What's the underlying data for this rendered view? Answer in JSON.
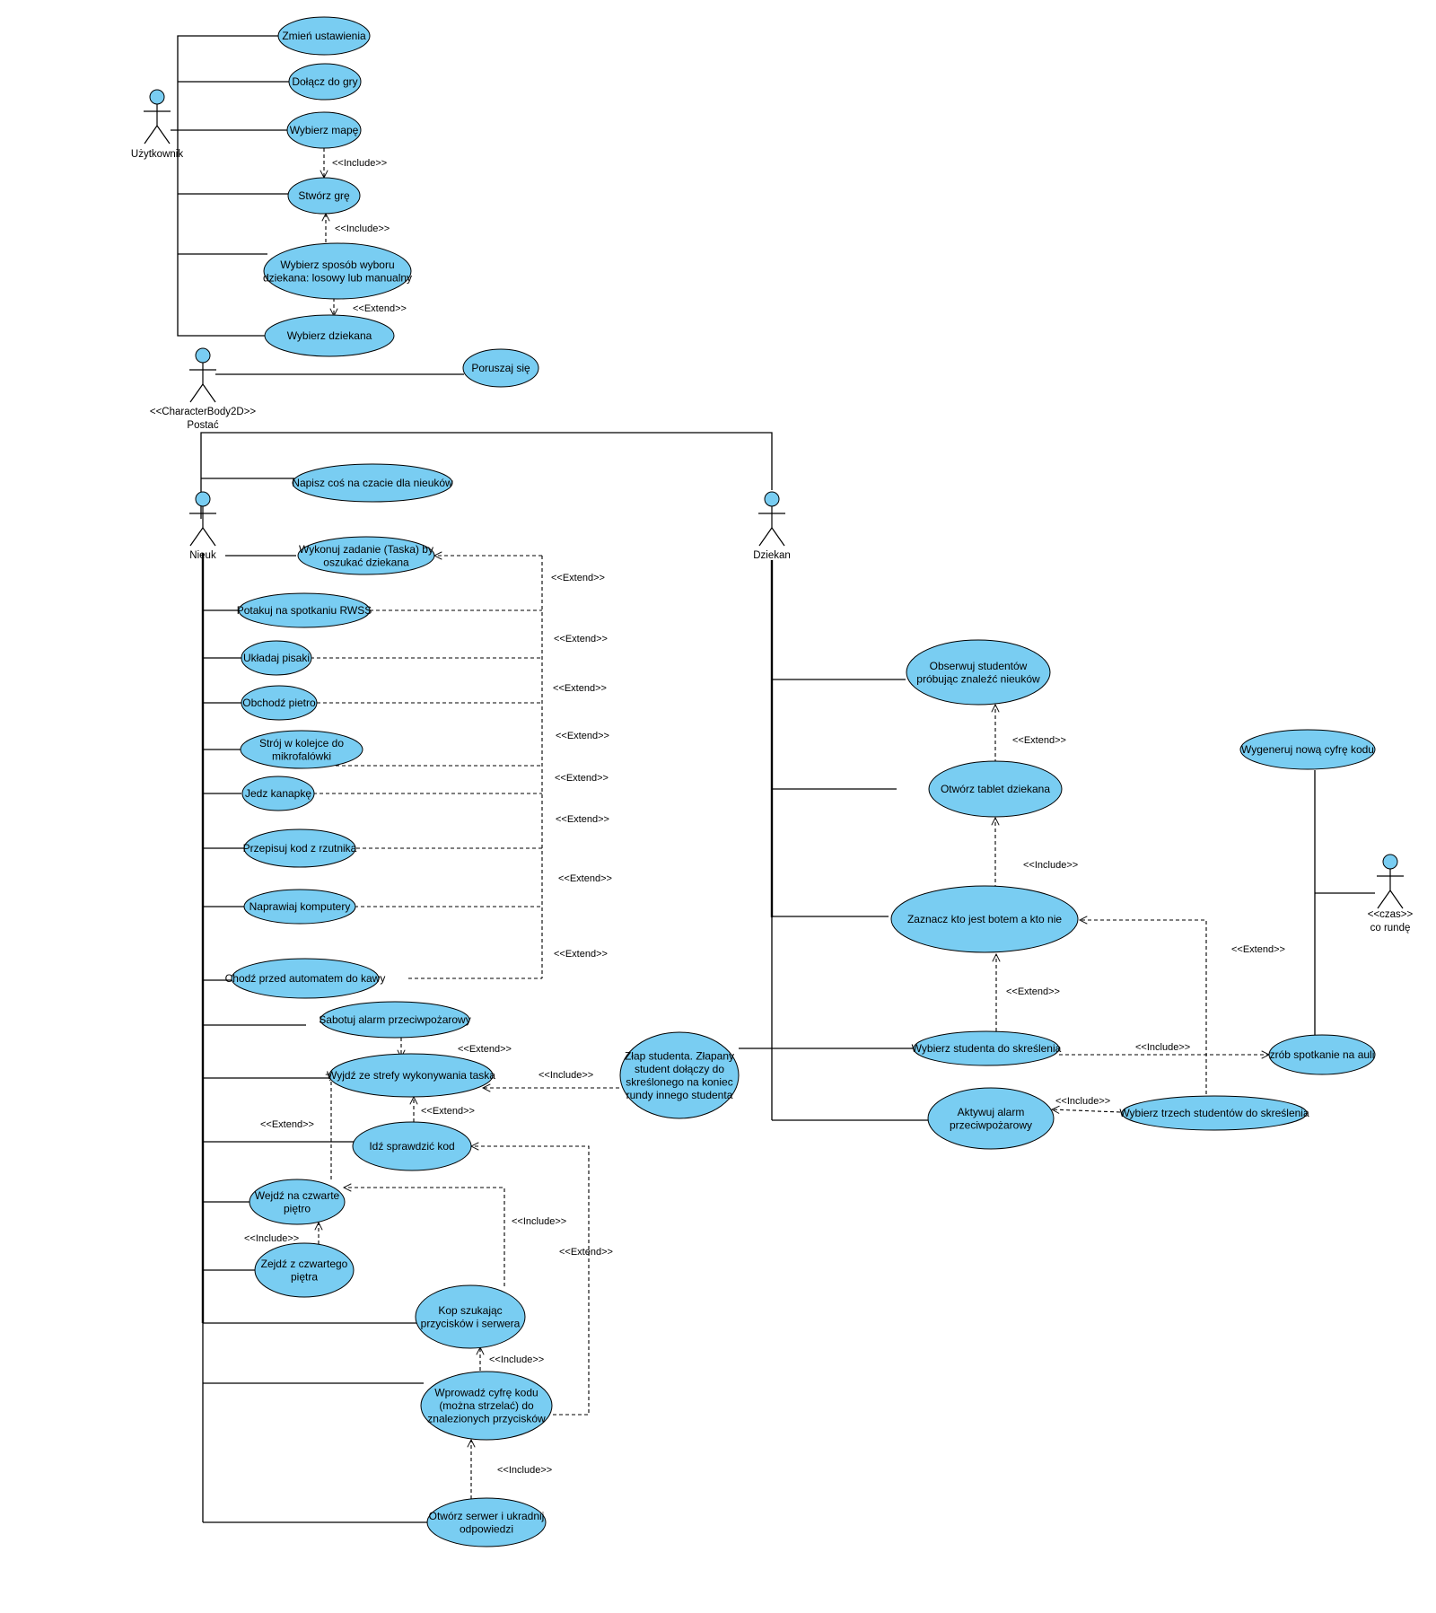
{
  "actors": {
    "uzytkownik": "Użytkownik",
    "postac_stereotype": "<<CharacterBody2D>>",
    "postac": "Postać",
    "nieuk": "Nieuk",
    "dziekan": "Dziekan",
    "czas_stereotype": "<<czas>>",
    "czas": "co rundę"
  },
  "use_cases": {
    "zmien_ustawienia": [
      "Zmień ustawienia"
    ],
    "dolacz_do_gry": [
      "Dołącz do gry"
    ],
    "wybierz_mape": [
      "Wybierz mapę"
    ],
    "stworz_gre": [
      "Stwórz grę"
    ],
    "wybierz_sposob": [
      "Wybierz sposób wyboru",
      "dziekana: losowy lub manualny"
    ],
    "wybierz_dziekana": [
      "Wybierz dziekana"
    ],
    "poruszaj_sie": [
      "Poruszaj się"
    ],
    "napisz_na_czacie": [
      "Napisz coś na czacie dla nieuków"
    ],
    "wykonaj_zadanie": [
      "Wykonuj zadanie (Taska) by",
      "oszukać dziekana"
    ],
    "potakuj": [
      "Potakuj na spotkaniu RWSS"
    ],
    "ukladaj_pisaki": [
      "Układaj pisaki"
    ],
    "obchodz_pietro": [
      "Obchodź pietro"
    ],
    "stroj": [
      "Strój w kolejce do",
      "mikrofalówki"
    ],
    "jedz_kanapke": [
      "Jedz kanapkę"
    ],
    "przepisuj_kod": [
      "Przepisuj kod z rzutnika"
    ],
    "naprawiaj": [
      "Naprawiaj komputery"
    ],
    "chodz_automat": [
      "Chodź przed automatem do kawy"
    ],
    "sabotuj_alarm": [
      "Sabotuj alarm przeciwpożarowy"
    ],
    "wyjdz_ze_strefy": [
      "Wyjdź ze strefy wykonywania taska"
    ],
    "idz_sprawdzic": [
      "Idź sprawdzić kod"
    ],
    "wejdz_czwarte": [
      "Wejdź na czwarte",
      "piętro"
    ],
    "zejdz_czwartego": [
      "Zejdź z czwartego",
      "piętra"
    ],
    "kop_szukajac": [
      "Kop szukając",
      "przycisków i serwera"
    ],
    "wprowadz_cyfre": [
      "Wprowadź cyfrę kodu",
      "(można strzelać) do",
      "znalezionych przycisków"
    ],
    "otworz_serwer": [
      "Otwórz serwer i ukradnij",
      "odpowiedzi"
    ],
    "zlap_studenta": [
      "Złap studenta. Złapany",
      "student dołączy do",
      "skreślonego na koniec",
      "rundy innego studenta"
    ],
    "obserwuj": [
      "Obserwuj studentów",
      "próbując znaleźć nieuków"
    ],
    "otworz_tablet": [
      "Otwórz tablet dziekana"
    ],
    "zaznacz_bot": [
      "Zaznacz kto jest botem a kto nie"
    ],
    "wybierz_studenta": [
      "Wybierz studenta do skreślenia"
    ],
    "aktywuj_alarm": [
      "Aktywuj alarm",
      "przeciwpożarowy"
    ],
    "wybierz_trzech": [
      "Wybierz trzech studentów do skreślenia"
    ],
    "wygeneruj_cyfre": [
      "Wygeneruj nową cyfrę kodu"
    ],
    "zrob_spotkanie": [
      "zrób spotkanie na auli"
    ]
  },
  "relationship_labels": {
    "include": "<<Include>>",
    "extend": "<<Extend>>"
  },
  "colors": {
    "use_case_fill": "#79cdf2",
    "stroke": "#000000",
    "background": "#ffffff"
  }
}
